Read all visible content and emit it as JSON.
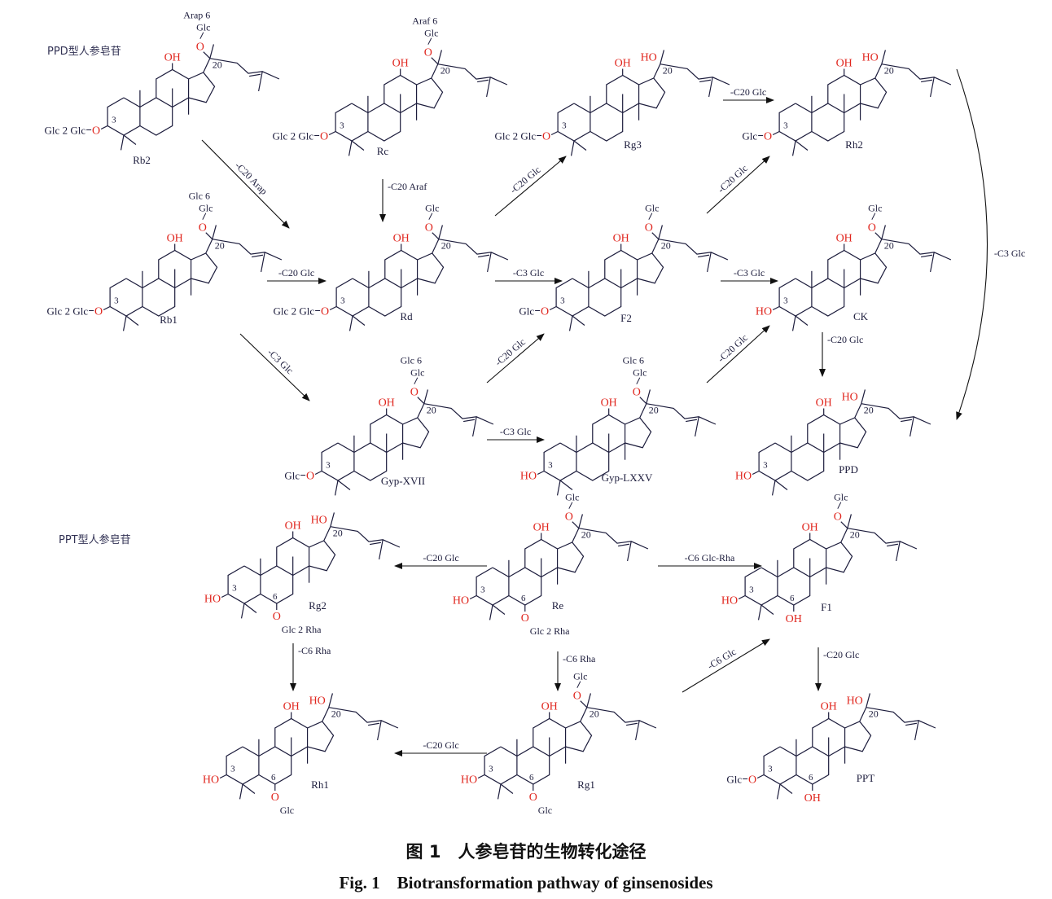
{
  "colors": {
    "ink": "#1c1c3c",
    "heteroatom": "#e0261e",
    "arrow": "#111111"
  },
  "sections": {
    "ppd": "PPD型人参皂苷",
    "ppt": "PPT型人参皂苷"
  },
  "compounds": [
    {
      "name": "Rb2",
      "c3": "Glc 2 Glc",
      "c20": [
        "Arap 6",
        "Glc"
      ]
    },
    {
      "name": "Rc",
      "c3": "Glc 2 Glc",
      "c20": [
        "Araf 6",
        "Glc"
      ]
    },
    {
      "name": "Rg3",
      "c3": "Glc 2 Glc",
      "c20": "HO"
    },
    {
      "name": "Rh2",
      "c3": "Glc",
      "c20": "HO"
    },
    {
      "name": "Rb1",
      "c3": "Glc 2 Glc",
      "c20": [
        "Glc 6",
        "Glc"
      ]
    },
    {
      "name": "Rd",
      "c3": "Glc 2 Glc",
      "c20": [
        "Glc"
      ]
    },
    {
      "name": "F2",
      "c3": "Glc",
      "c20": [
        "Glc"
      ]
    },
    {
      "name": "CK",
      "c3": "HO",
      "c20": [
        "Glc"
      ]
    },
    {
      "name": "Gyp-XVII",
      "c3": "Glc",
      "c20": [
        "Glc 6",
        "Glc"
      ]
    },
    {
      "name": "Gyp-LXXV",
      "c3": "HO",
      "c20": [
        "Glc 6",
        "Glc"
      ]
    },
    {
      "name": "PPD",
      "c3": "HO",
      "c20": "HO"
    },
    {
      "name": "Rg2",
      "c3": "HO",
      "c20": "HO",
      "c6": "Glc 2 Rha"
    },
    {
      "name": "Re",
      "c3": "HO",
      "c20": [
        "Glc"
      ],
      "c6": "Glc 2 Rha"
    },
    {
      "name": "F1",
      "c3": "HO",
      "c20": [
        "Glc"
      ],
      "c6": "OH"
    },
    {
      "name": "Rh1",
      "c3": "HO",
      "c20": "HO",
      "c6": "Glc"
    },
    {
      "name": "Rg1",
      "c3": "HO",
      "c20": [
        "Glc"
      ],
      "c6": "Glc"
    },
    {
      "name": "PPT",
      "c3": "Glc",
      "c20": "HO",
      "c6": "OH"
    }
  ],
  "atom_labels": {
    "oh": "OH",
    "o": "O",
    "c3": "3",
    "c6": "6",
    "c20": "20"
  },
  "arrows": [
    {
      "label": "-C20 Arap"
    },
    {
      "label": "-C20 Araf"
    },
    {
      "label": "-C20 Glc"
    },
    {
      "label": "-C3 Glc"
    },
    {
      "label": "-C20 Glc"
    },
    {
      "label": "-C3 Glc"
    },
    {
      "label": "-C20 Glc"
    },
    {
      "label": "-C3 Glc"
    },
    {
      "label": "-C20 Glc"
    },
    {
      "label": "-C20 Glc"
    },
    {
      "label": "-C3 Glc"
    },
    {
      "label": "-C20 Glc"
    },
    {
      "label": "-C20 Glc"
    },
    {
      "label": "-C3 Glc"
    },
    {
      "label": "-C20 Glc"
    },
    {
      "label": "-C6 Glc-Rha"
    },
    {
      "label": "-C6 Rha"
    },
    {
      "label": "-C6 Rha"
    },
    {
      "label": "-C20 Glc"
    },
    {
      "label": "-C6 Glc"
    },
    {
      "label": "-C20 Glc"
    }
  ],
  "caption": {
    "cn": "图 1　人参皂苷的生物转化途径",
    "en": "Fig. 1　Biotransformation pathway of ginsenosides"
  }
}
